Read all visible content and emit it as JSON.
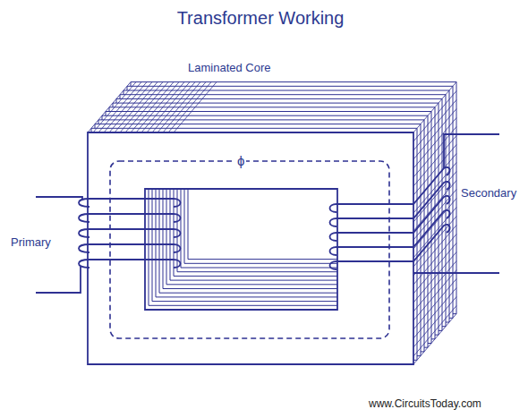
{
  "diagram": {
    "title": "Transformer Working",
    "labels": [
      "Laminated Core",
      "ϕ",
      "Primary",
      "Secondary",
      "www.CircuitsToday.com"
    ]
  }
}
